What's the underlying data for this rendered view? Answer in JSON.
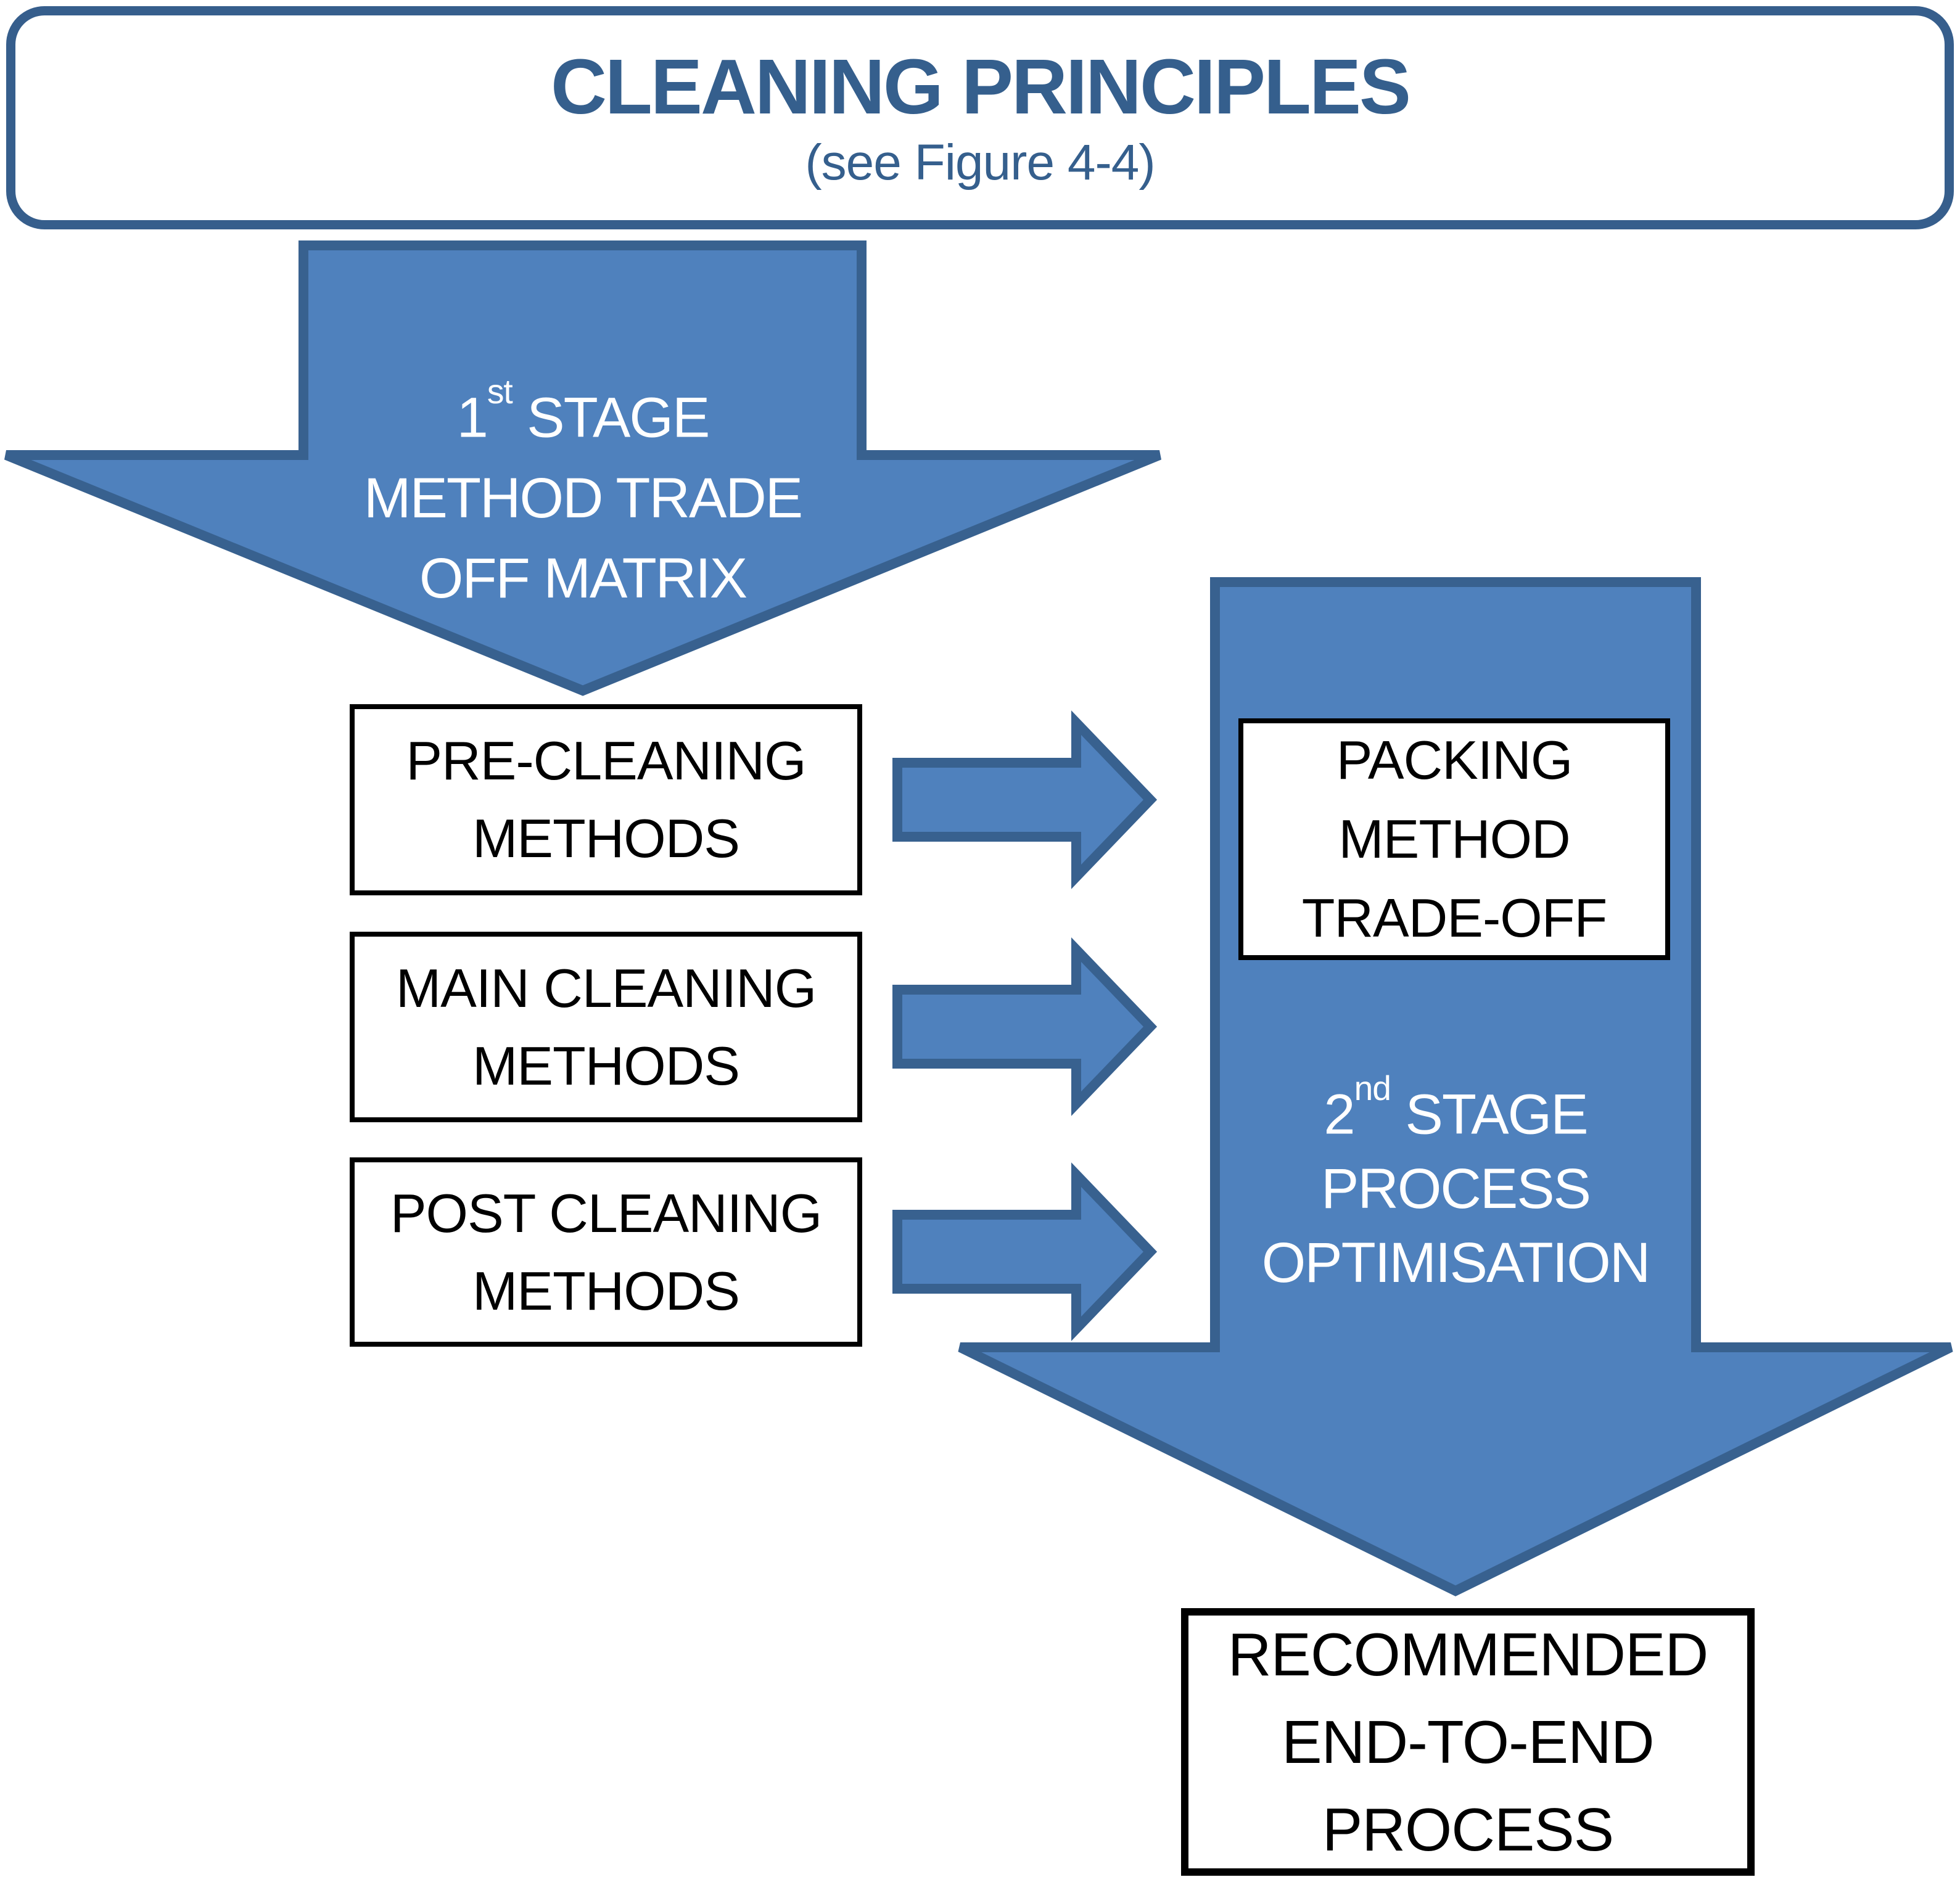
{
  "colors": {
    "arrow_fill": "#4F81BD",
    "arrow_border": "#38618F",
    "title_text": "#355F8D",
    "title_border": "#365E8C",
    "box_border": "#000000",
    "box_text": "#000000",
    "arrow_label_text": "#FFFFFF",
    "background": "#FFFFFF"
  },
  "title": {
    "heading": "CLEANING PRINCIPLES",
    "subtitle": "(see Figure 4-4)"
  },
  "stage1_arrow": {
    "num": "1",
    "sup": "st",
    "after_sup": " STAGE",
    "line2": "METHOD TRADE",
    "line3": "OFF MATRIX"
  },
  "left_boxes": [
    {
      "line1": "PRE-CLEANING",
      "line2": "METHODS"
    },
    {
      "line1": "MAIN CLEANING",
      "line2": "METHODS"
    },
    {
      "line1": "POST CLEANING",
      "line2": "METHODS"
    }
  ],
  "packing_box": {
    "line1": "PACKING",
    "line2": "METHOD",
    "line3": "TRADE-OFF"
  },
  "stage2_arrow": {
    "num": "2",
    "sup": "nd",
    "after_sup": " STAGE",
    "line2": "PROCESS",
    "line3": "OPTIMISATION"
  },
  "bottom_box": {
    "line1": "RECOMMENDED",
    "line2": "END-TO-END",
    "line3": "PROCESS"
  }
}
